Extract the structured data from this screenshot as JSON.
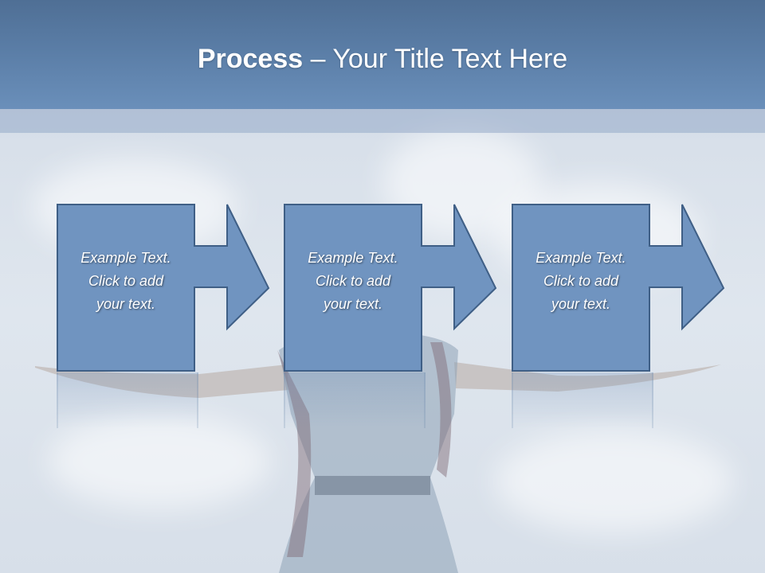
{
  "slide": {
    "title_bold": "Process",
    "title_rest": " – Your Title Text Here"
  },
  "steps": [
    {
      "text": "Example Text.\nClick  to add\nyour text."
    },
    {
      "text": "Example Text.\nClick  to add\nyour text."
    },
    {
      "text": "Example Text.\nClick  to add\nyour text."
    }
  ],
  "colors": {
    "header": "#5a7da6",
    "box_fill": "#6f93bf",
    "box_border": "#3f5f86",
    "text": "#ffffff"
  },
  "icons": [
    "right-arrow-icon"
  ]
}
